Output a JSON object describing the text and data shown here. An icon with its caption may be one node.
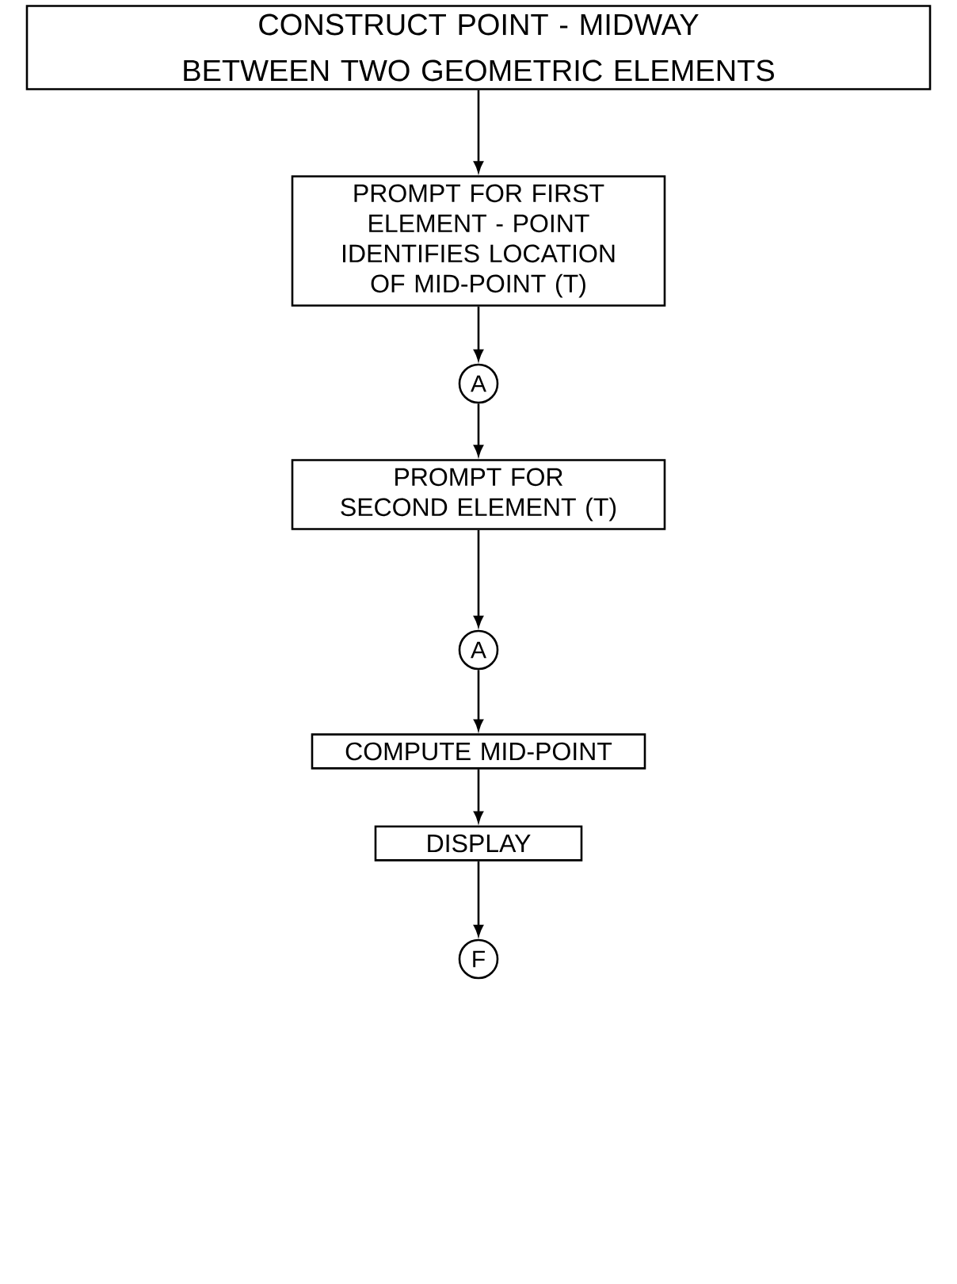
{
  "diagram": {
    "nodes": [
      {
        "text": [
          "CONSTRUCT POINT - MIDWAY BETWEEN TWO GEOMETRIC ELEMENTS"
        ]
      },
      {
        "text": [
          "PROMPT FOR FIRST ELEMENT - POINT IDENTIFIES LOCATION OF MID-POINT (T)"
        ]
      },
      {
        "text": [
          "A"
        ]
      },
      {
        "text": [
          "PROMPT FOR SECOND ELEMENT (T)"
        ]
      },
      {
        "text": [
          "A"
        ]
      },
      {
        "text": [
          "COMPUTE MID-POINT"
        ]
      },
      {
        "text": [
          "DISPLAY"
        ]
      },
      {
        "text": [
          "F"
        ]
      }
    ],
    "edges": [
      {
        "from": 0,
        "to": 1,
        "arrow": "to"
      },
      {
        "from": 1,
        "to": 2,
        "arrow": "to"
      },
      {
        "from": 2,
        "to": 3,
        "arrow": "to"
      },
      {
        "from": 3,
        "to": 4,
        "arrow": "to"
      },
      {
        "from": 4,
        "to": 5,
        "arrow": "to"
      },
      {
        "from": 5,
        "to": 6,
        "arrow": "to"
      },
      {
        "from": 6,
        "to": 7,
        "arrow": "to"
      }
    ]
  }
}
